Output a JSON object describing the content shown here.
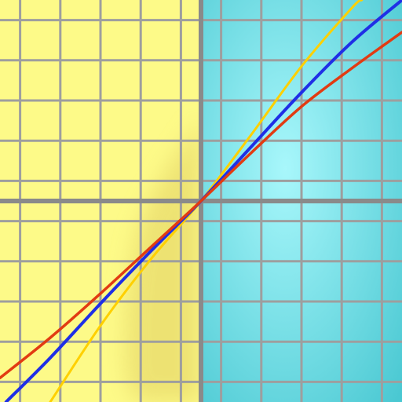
{
  "icon": {
    "left_color": "#fdfa88",
    "left_shadow_color": "#e7d96a",
    "right_color": "#62eef8",
    "right_shadow_color": "#4ac8d2",
    "right_highlight_color": "#a8f7fb",
    "grid_color": "#9e9e9e",
    "axis_color": "#8a8a8a"
  },
  "chart_data": {
    "type": "line",
    "title": "",
    "xlabel": "",
    "ylabel": "",
    "xlim": [
      -1,
      1
    ],
    "ylim": [
      -1,
      1
    ],
    "grid": true,
    "legend": "none",
    "series": [
      {
        "color": "#ffd000",
        "x": [
          -0.75,
          -0.5,
          -0.25,
          0,
          0.25,
          0.5,
          0.75,
          0.8
        ],
        "y": [
          -1.0,
          -0.62,
          -0.29,
          0,
          0.33,
          0.67,
          0.96,
          1.0
        ]
      },
      {
        "color": "#1f2fe6",
        "x": [
          -0.97,
          -0.75,
          -0.5,
          -0.25,
          0,
          0.25,
          0.5,
          0.75,
          1.0
        ],
        "y": [
          -1.0,
          -0.78,
          -0.51,
          -0.25,
          0,
          0.27,
          0.54,
          0.79,
          1.0
        ]
      },
      {
        "color": "#e23b12",
        "x": [
          -1.0,
          -0.75,
          -0.5,
          -0.25,
          0,
          0.25,
          0.5,
          0.75,
          1.0
        ],
        "y": [
          -0.88,
          -0.68,
          -0.46,
          -0.23,
          0,
          0.24,
          0.47,
          0.66,
          0.84
        ]
      }
    ]
  }
}
